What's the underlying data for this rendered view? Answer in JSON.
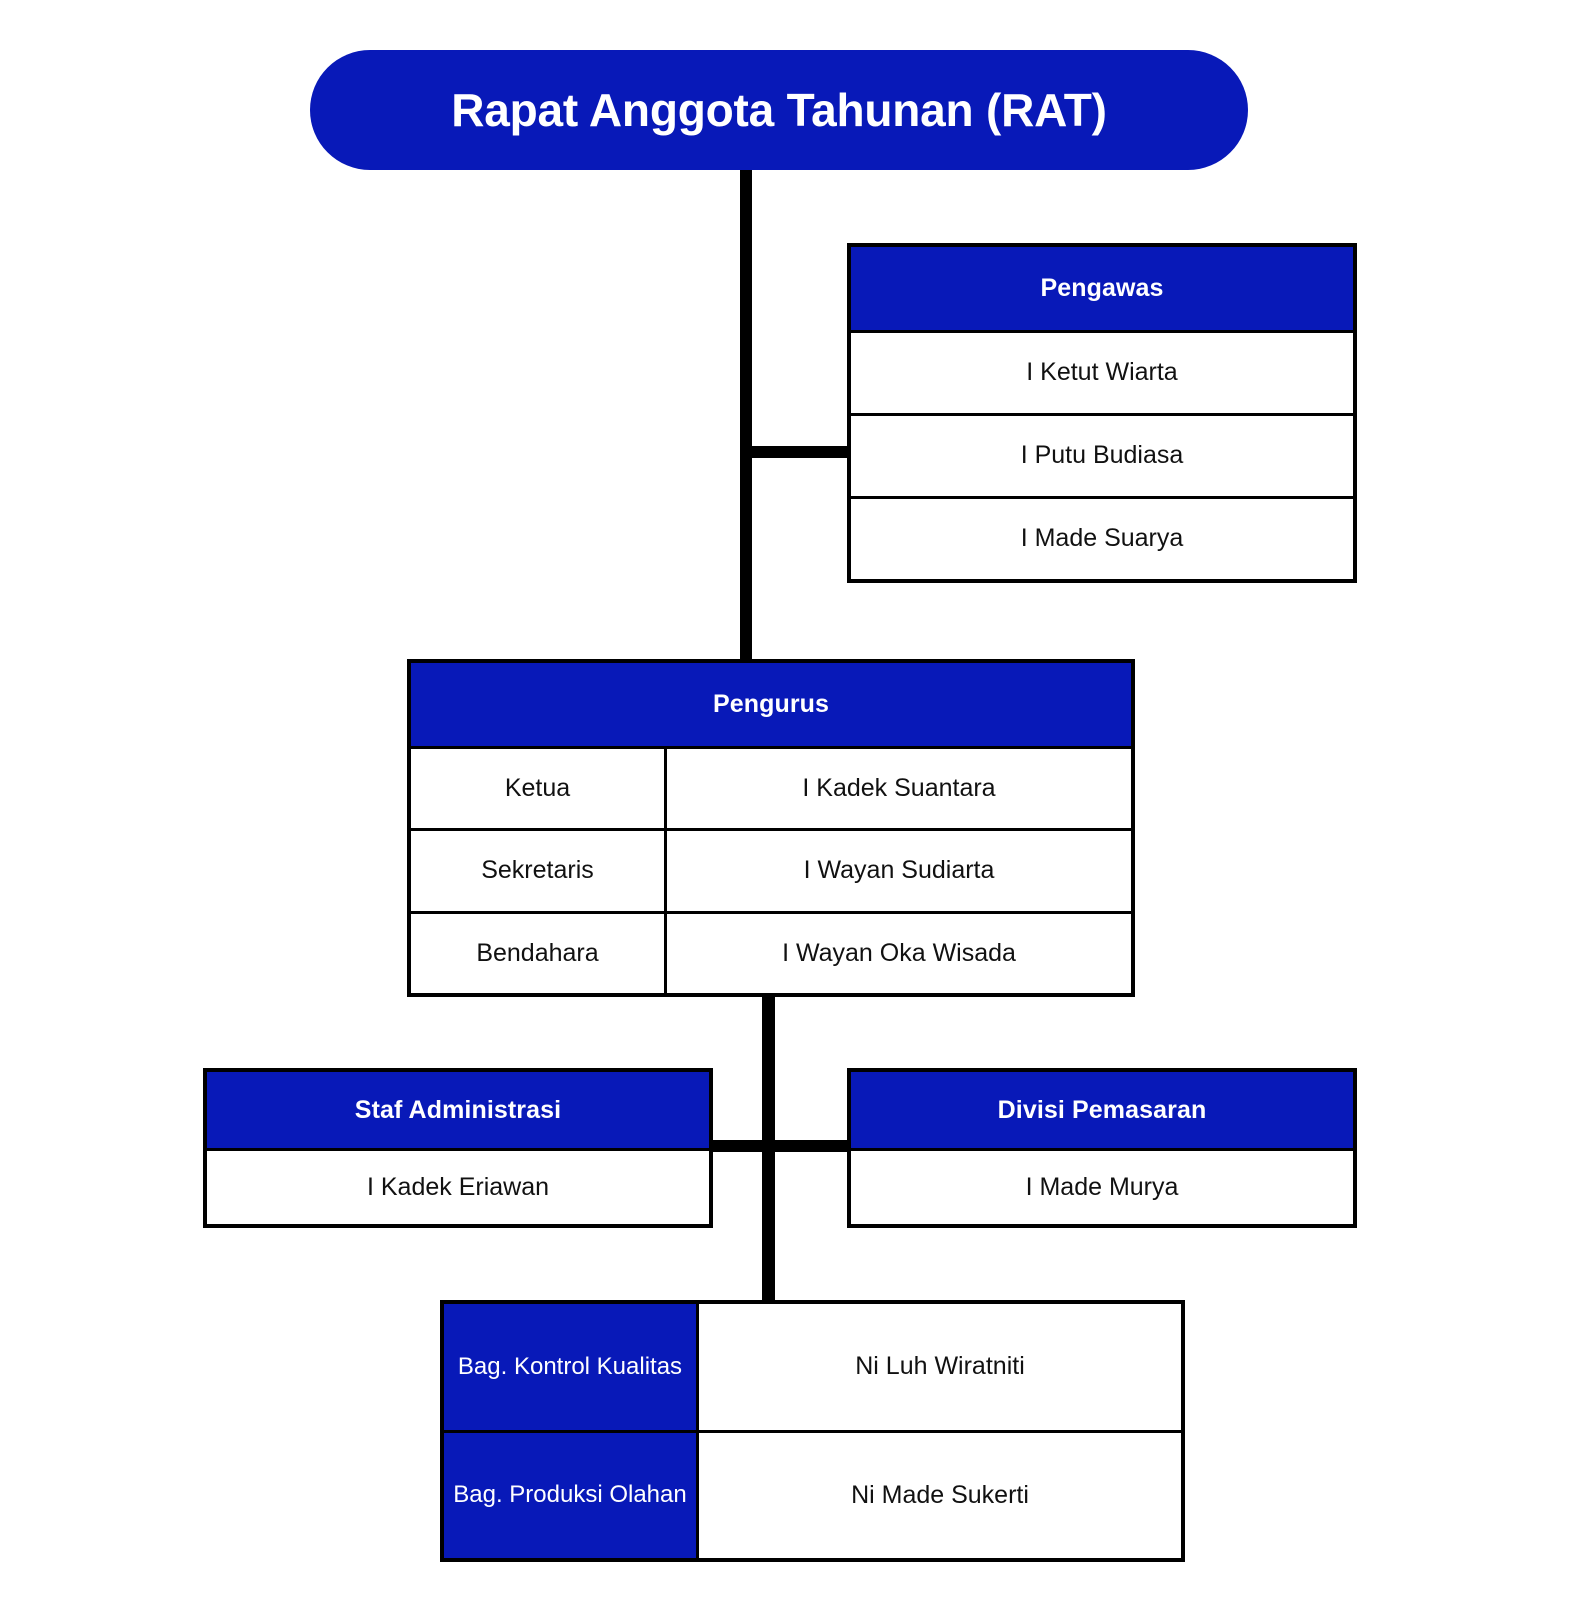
{
  "colors": {
    "brand_blue": "#0819B8",
    "line_black": "#000000",
    "box_white": "#ffffff",
    "text_dark": "#111111"
  },
  "root": {
    "label": "Rapat Anggota Tahunan (RAT)"
  },
  "nodes": {
    "pengawas": {
      "header": "Pengawas",
      "members": [
        "I Ketut Wiarta",
        "I Putu Budiasa",
        "I Made Suarya"
      ]
    },
    "pengurus": {
      "header": "Pengurus",
      "rows": [
        {
          "role": "Ketua",
          "name": "I Kadek Suantara"
        },
        {
          "role": "Sekretaris",
          "name": "I Wayan Sudiarta"
        },
        {
          "role": "Bendahara",
          "name": "I Wayan Oka Wisada"
        }
      ]
    },
    "staf_administrasi": {
      "header": "Staf Administrasi",
      "members": [
        "I Kadek Eriawan"
      ]
    },
    "divisi_pemasaran": {
      "header": "Divisi Pemasaran",
      "members": [
        "I Made Murya"
      ]
    },
    "bawahan": {
      "rows": [
        {
          "role": "Bag. Kontrol Kualitas",
          "name": "Ni Luh Wiratniti"
        },
        {
          "role": "Bag. Produksi Olahan",
          "name": "Ni Made Sukerti"
        }
      ]
    }
  },
  "chart_data": {
    "type": "diagram",
    "title": "Rapat Anggota Tahunan (RAT)",
    "structure": "organizational-chart",
    "levels": [
      {
        "level": 0,
        "nodes": [
          "Rapat Anggota Tahunan (RAT)"
        ]
      },
      {
        "level": 1,
        "nodes": [
          "Pengawas",
          "Pengurus"
        ]
      },
      {
        "level": 2,
        "nodes": [
          "Staf Administrasi",
          "Divisi Pemasaran",
          "Bag. Kontrol Kualitas",
          "Bag. Produksi Olahan"
        ]
      }
    ],
    "edges": [
      {
        "from": "Rapat Anggota Tahunan (RAT)",
        "to": "Pengawas"
      },
      {
        "from": "Rapat Anggota Tahunan (RAT)",
        "to": "Pengurus"
      },
      {
        "from": "Pengurus",
        "to": "Staf Administrasi"
      },
      {
        "from": "Pengurus",
        "to": "Divisi Pemasaran"
      },
      {
        "from": "Pengurus",
        "to": "Bag. Kontrol Kualitas"
      },
      {
        "from": "Pengurus",
        "to": "Bag. Produksi Olahan"
      }
    ]
  }
}
